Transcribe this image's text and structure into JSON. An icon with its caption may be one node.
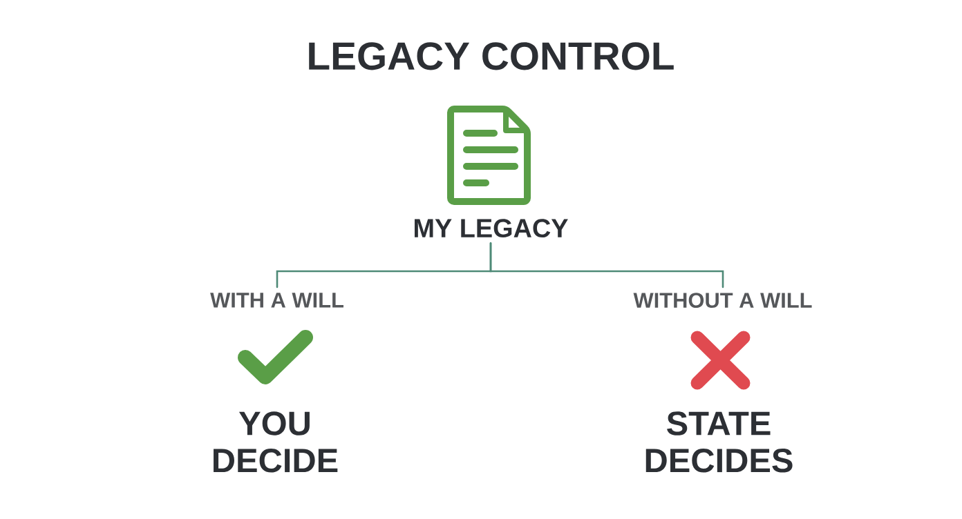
{
  "diagram": {
    "title": "LEGACY CONTROL",
    "nodes": [
      {
        "text": [
          "MY LEGACY"
        ]
      },
      {
        "text": [
          "WITH A WILL"
        ]
      },
      {
        "text": [
          "WITHOUT A WILL"
        ]
      }
    ],
    "edges": [
      {
        "from": 0,
        "to": 1,
        "arrow": "none"
      },
      {
        "from": 0,
        "to": 2,
        "arrow": "none"
      }
    ],
    "labels": [
      "YOU DECIDE",
      "STATE DECIDES"
    ]
  }
}
